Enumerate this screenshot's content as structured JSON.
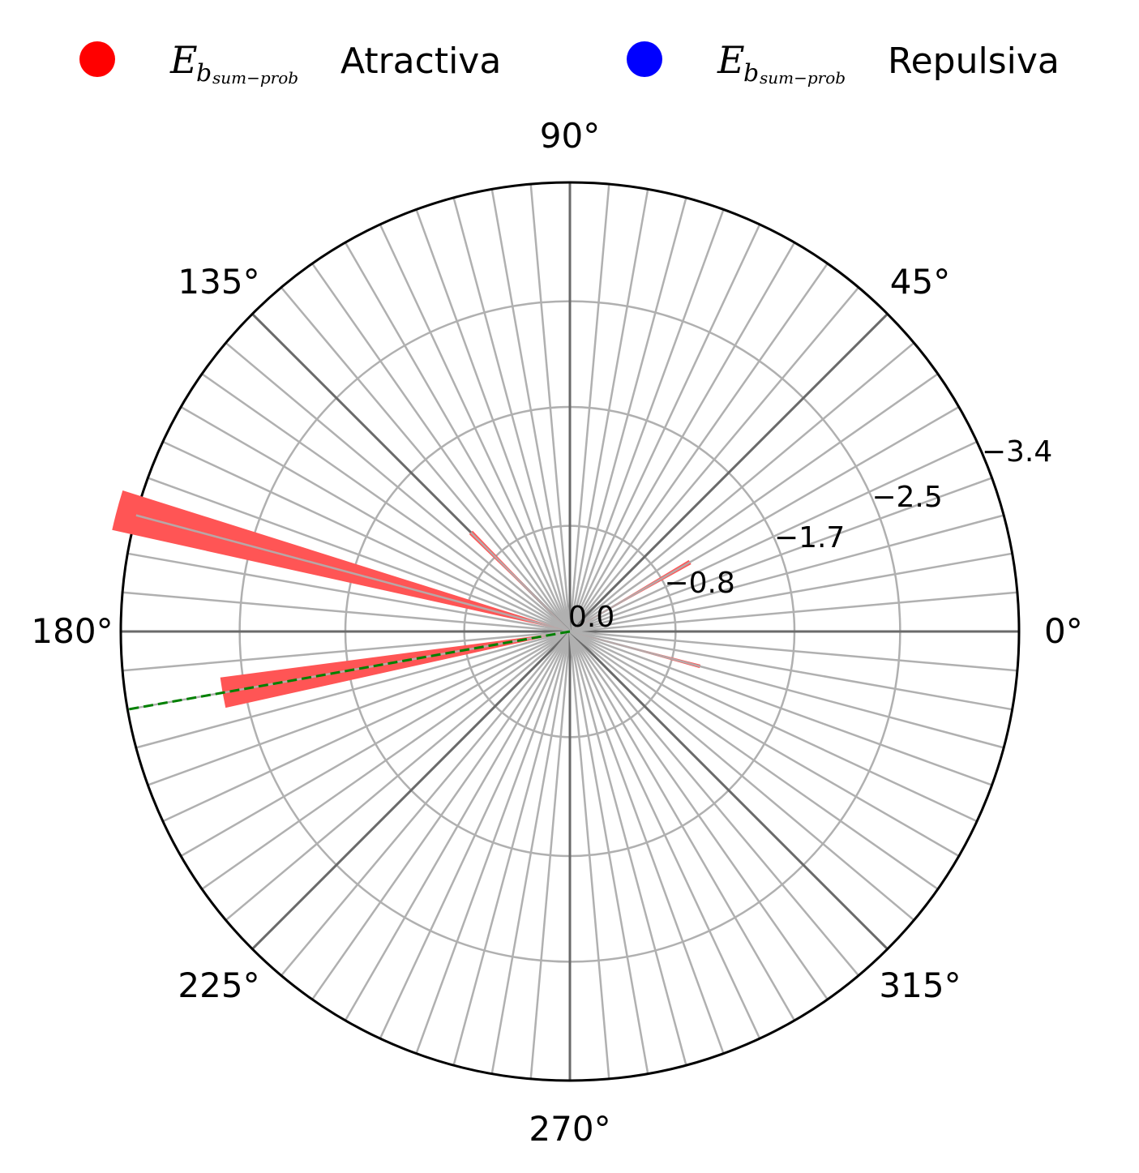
{
  "chart_data": {
    "type": "polar-bar",
    "legend": {
      "placement": "top",
      "items": [
        {
          "symbol": "E",
          "subscript_base": "b",
          "subscript": "sum−prob",
          "label": "Atractiva",
          "color": "#ff0000"
        },
        {
          "symbol": "E",
          "subscript_base": "b",
          "subscript": "sum−prob",
          "label": "Repulsiva",
          "color": "#0000ff"
        }
      ]
    },
    "angle_ticks": [
      "0°",
      "45°",
      "90°",
      "135°",
      "180°",
      "225°",
      "270°",
      "315°"
    ],
    "radial_ticks": [
      "0.0",
      "−0.8",
      "−1.7",
      "−2.5",
      "−3.4"
    ],
    "radial_tick_values": [
      0.0,
      -0.8,
      -1.7,
      -2.5,
      -3.4
    ],
    "r_max": -3.4,
    "angular_grid_step_deg": 5,
    "bars": [
      {
        "angle_deg": 30,
        "value": -1.05,
        "width_deg": 2.0,
        "color": "#ff5555",
        "series": "Atractiva"
      },
      {
        "angle_deg": 135,
        "value": -1.06,
        "width_deg": 2.0,
        "color": "#ff5555",
        "series": "Atractiva"
      },
      {
        "angle_deg": 165,
        "value": -3.55,
        "width_deg": 5.0,
        "color": "#ff5555",
        "series": "Atractiva"
      },
      {
        "angle_deg": 190,
        "value": -2.67,
        "width_deg": 5.0,
        "color": "#ff5555",
        "series": "Atractiva"
      },
      {
        "angle_deg": 345,
        "value": -1.02,
        "width_deg": 1.5,
        "color": "#ff5555",
        "series": "Atractiva"
      }
    ],
    "reference_line": {
      "angle_deg": 190,
      "color": "#008000",
      "style": "dashed"
    }
  }
}
